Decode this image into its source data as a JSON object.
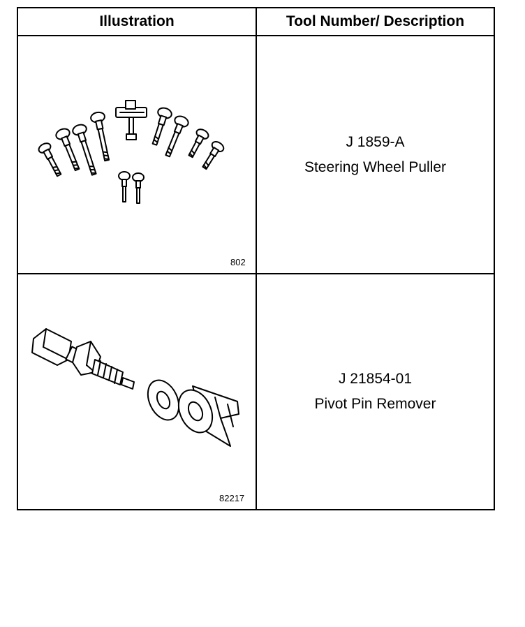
{
  "header": {
    "illustration": "Illustration",
    "tool_description": "Tool Number/ Description"
  },
  "rows": [
    {
      "figure_number": "802",
      "tool_number": "J 1859-A",
      "description": "Steering Wheel Puller",
      "illustration_icon": "bolt-set-icon"
    },
    {
      "figure_number": "82217",
      "tool_number": "J 21854-01",
      "description": "Pivot Pin Remover",
      "illustration_icon": "pivot-pin-remover-icon"
    }
  ]
}
